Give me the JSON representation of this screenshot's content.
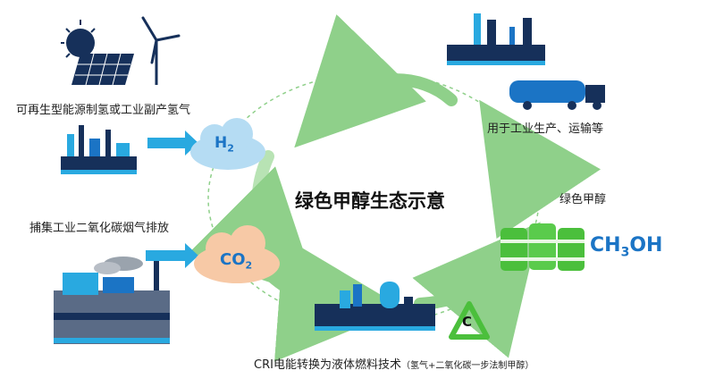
{
  "center_title": "绿色甲醇生态示意",
  "sources": {
    "hydrogen_label": "可再生型能源制氢或工业副产氢气",
    "co2_label": "捕集工业二氧化碳烟气排放"
  },
  "molecules": {
    "h2": "H",
    "h2_sub": "2",
    "co2": "CO",
    "co2_sub": "2",
    "methanol_ch": "CH",
    "methanol_sub": "3",
    "methanol_oh": "OH",
    "carbon": "C"
  },
  "usage_label": "用于工业生产、运输等",
  "methanol_label": "绿色甲醇",
  "process": {
    "label": "CRI电能转换为液体燃料技术",
    "note": "（氢气+二氧化碳一步法制甲醇）"
  },
  "colors": {
    "accent_blue": "#1b74c5",
    "cyan": "#29a9e0",
    "green": "#4bbf3c",
    "arrow_green": "#8fd08a",
    "dark_navy": "#16305a",
    "cloud_blue": "#b5dcf3",
    "cloud_peach": "#f7c9a6"
  }
}
